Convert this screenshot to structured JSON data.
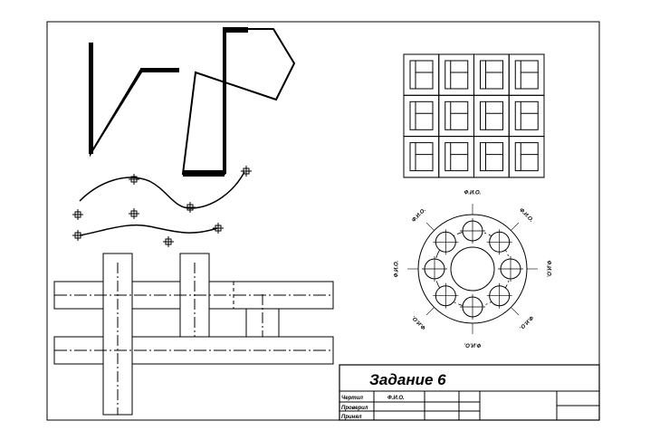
{
  "title_block": {
    "task_title": "Задание 6",
    "rows": [
      {
        "role": "Чертил",
        "name": "Ф.И.О."
      },
      {
        "role": "Проверил",
        "name": ""
      },
      {
        "role": "Принял",
        "name": ""
      }
    ]
  },
  "ring_labels": [
    "Ф.И.О.",
    "Ф.И.О.",
    "Ф.И.О.",
    "Ф.И.О.",
    "Ф.И.О.",
    "Ф.И.О.",
    "Ф.И.О.",
    "Ф.И.О."
  ]
}
